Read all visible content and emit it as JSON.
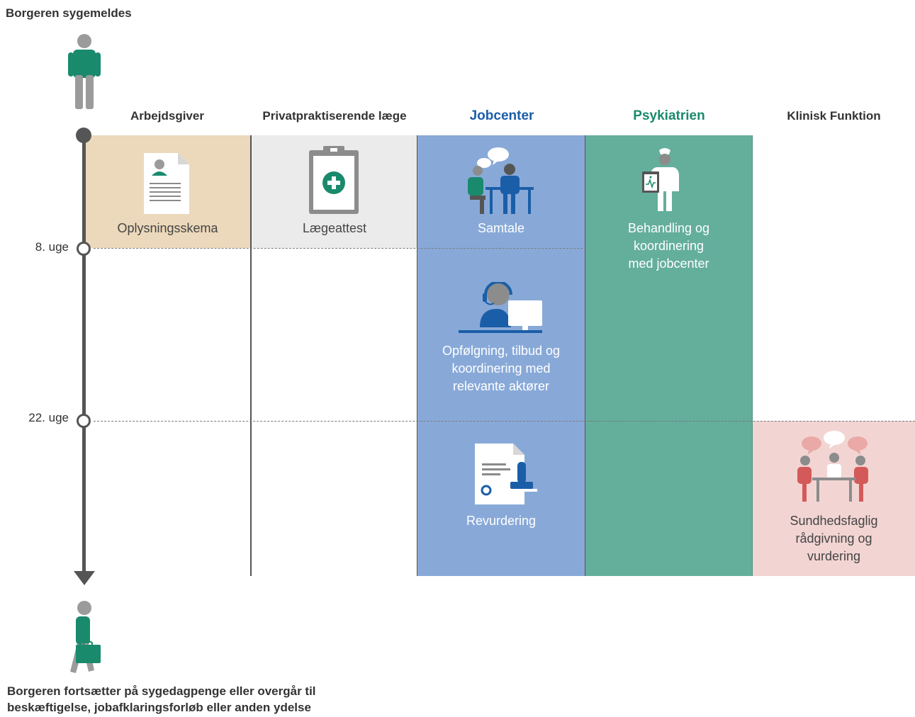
{
  "top_title": "Borgeren sygemeldes",
  "bottom_caption": "Borgeren fortsætter på sygedagpenge eller overgår til\nbeskæftigelse, jobafklaringsforløb eller anden ydelse",
  "columns": {
    "arbejdsgiver": {
      "header": "Arbejdsgiver",
      "color": "#333333",
      "area_color": "#ecd9bb"
    },
    "laege": {
      "header": "Privatpraktiserende læge",
      "color": "#333333",
      "area_color": "#ebebeb"
    },
    "jobcenter": {
      "header": "Jobcenter",
      "color": "#1b5ea8",
      "area_color": "#88a9d8"
    },
    "psykiatrien": {
      "header": "Psykiatrien",
      "color": "#1a8a6c",
      "area_color": "#64ae9c"
    },
    "klinisk": {
      "header": "Klinisk Funktion",
      "color": "#333333",
      "area_color": "#f2d5d3"
    }
  },
  "activities": {
    "oplysningsskema": {
      "label": "Oplysningsskema",
      "icon": "form-document-icon"
    },
    "laegeattest": {
      "label": "Lægeattest",
      "icon": "clipboard-medical-icon"
    },
    "samtale": {
      "label": "Samtale",
      "icon": "conversation-meeting-icon"
    },
    "opfoelgning": {
      "label": "Opfølgning, tilbud og\nkoordinering med\nrelevante aktører",
      "icon": "headset-computer-icon"
    },
    "revurdering": {
      "label": "Revurdering",
      "icon": "document-stamp-icon"
    },
    "behandling": {
      "label": "Behandling og\nkoordinering\nmed jobcenter",
      "icon": "doctor-icon"
    },
    "sundhedsfaglig": {
      "label": "Sundhedsfaglig\nrådgivning og\nvurdering",
      "icon": "group-meeting-icon"
    }
  },
  "timeline": {
    "milestones": [
      {
        "label": "8. uge"
      },
      {
        "label": "22. uge"
      }
    ],
    "start_icon": "standing-person-icon",
    "end_icon": "person-with-briefcase-icon"
  },
  "colors": {
    "timeline": "#555555",
    "accent_green": "#1a8a6c",
    "accent_blue": "#1b5ea8"
  }
}
